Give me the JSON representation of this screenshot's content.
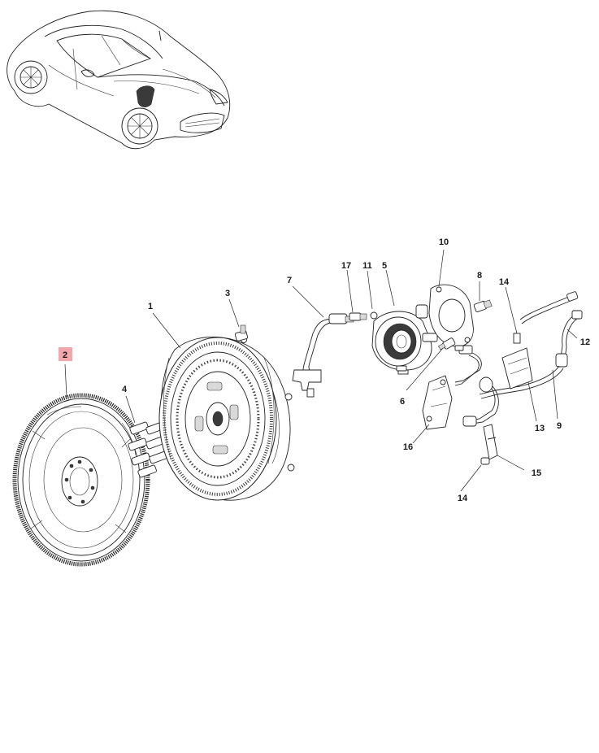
{
  "callouts": [
    {
      "id": "1",
      "label": "1"
    },
    {
      "id": "2",
      "label": "2",
      "highlight_color": "#f2a7ad"
    },
    {
      "id": "3",
      "label": "3"
    },
    {
      "id": "4",
      "label": "4"
    },
    {
      "id": "5",
      "label": "5"
    },
    {
      "id": "6",
      "label": "6"
    },
    {
      "id": "7",
      "label": "7"
    },
    {
      "id": "8",
      "label": "8"
    },
    {
      "id": "9",
      "label": "9"
    },
    {
      "id": "10",
      "label": "10"
    },
    {
      "id": "11",
      "label": "11"
    },
    {
      "id": "12",
      "label": "12"
    },
    {
      "id": "13",
      "label": "13"
    },
    {
      "id": "14a",
      "label": "14"
    },
    {
      "id": "14b",
      "label": "14"
    },
    {
      "id": "15",
      "label": "15"
    },
    {
      "id": "16",
      "label": "16"
    },
    {
      "id": "17",
      "label": "17"
    }
  ],
  "colors": {
    "line": "#222222",
    "highlight": "#f2a7ad",
    "background": "#ffffff"
  }
}
